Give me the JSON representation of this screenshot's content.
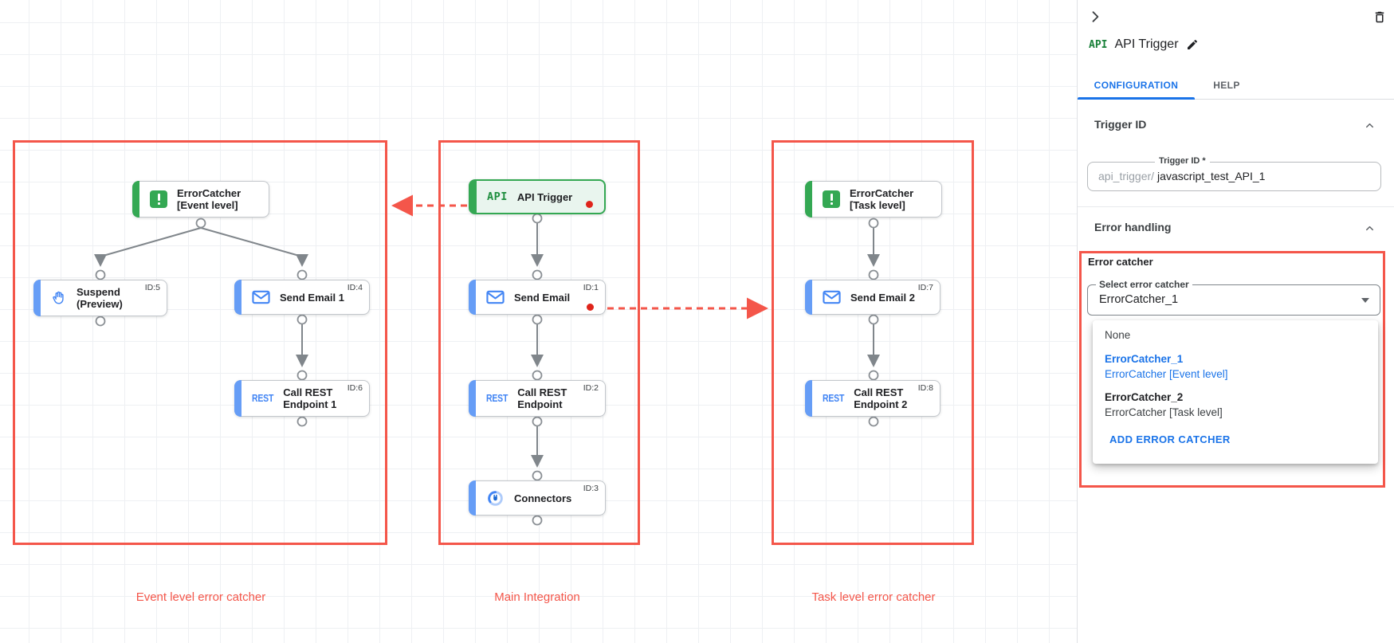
{
  "canvas": {
    "groups": [
      {
        "label": "Event level error catcher"
      },
      {
        "label": "Main Integration"
      },
      {
        "label": "Task level error catcher"
      }
    ],
    "rest_logo": "REST",
    "nodes": {
      "ec_event": {
        "line1": "ErrorCatcher",
        "line2": "[Event level]"
      },
      "suspend": {
        "line1": "Suspend",
        "line2": "(Preview)",
        "badge": "ID:5"
      },
      "send_email_1": {
        "line1": "Send Email 1",
        "badge": "ID:4"
      },
      "call_rest_1": {
        "line1": "Call REST",
        "line2": "Endpoint 1",
        "badge": "ID:6"
      },
      "api_trigger": {
        "logo": "API",
        "line1": "API Trigger"
      },
      "send_email": {
        "line1": "Send Email",
        "badge": "ID:1"
      },
      "call_rest": {
        "line1": "Call REST",
        "line2": "Endpoint",
        "badge": "ID:2"
      },
      "connectors": {
        "line1": "Connectors",
        "badge": "ID:3"
      },
      "ec_task": {
        "line1": "ErrorCatcher",
        "line2": "[Task level]"
      },
      "send_email_2": {
        "line1": "Send Email 2",
        "badge": "ID:7"
      },
      "call_rest_2": {
        "line1": "Call REST",
        "line2": "Endpoint 2",
        "badge": "ID:8"
      }
    }
  },
  "panel": {
    "title_badge": "API",
    "title": "API Trigger",
    "tabs": {
      "configuration": "CONFIGURATION",
      "help": "HELP"
    },
    "sections": {
      "trigger_id": "Trigger ID",
      "error_handling": "Error handling"
    },
    "trigger_id_field": {
      "label": "Trigger ID *",
      "prefix": "api_trigger/",
      "value": "javascript_test_API_1"
    },
    "error_catcher": {
      "group_label": "Error catcher",
      "select_label": "Select error catcher",
      "selected_value": "ErrorCatcher_1",
      "options": {
        "none": "None",
        "opt1_title": "ErrorCatcher_1",
        "opt1_sub": "ErrorCatcher [Event level]",
        "opt2_title": "ErrorCatcher_2",
        "opt2_sub": "ErrorCatcher [Task level]",
        "add_action": "ADD ERROR CATCHER"
      }
    }
  },
  "colors": {
    "annotation_red": "#f4564a",
    "status_dot_red": "#df241b",
    "accent_blue": "#669df6",
    "accent_green": "#34a853",
    "link_blue": "#1a73e8",
    "logo_green": "#1e8e3e",
    "icon_blue": "#4285f4",
    "connector_gray": "#80868b"
  }
}
